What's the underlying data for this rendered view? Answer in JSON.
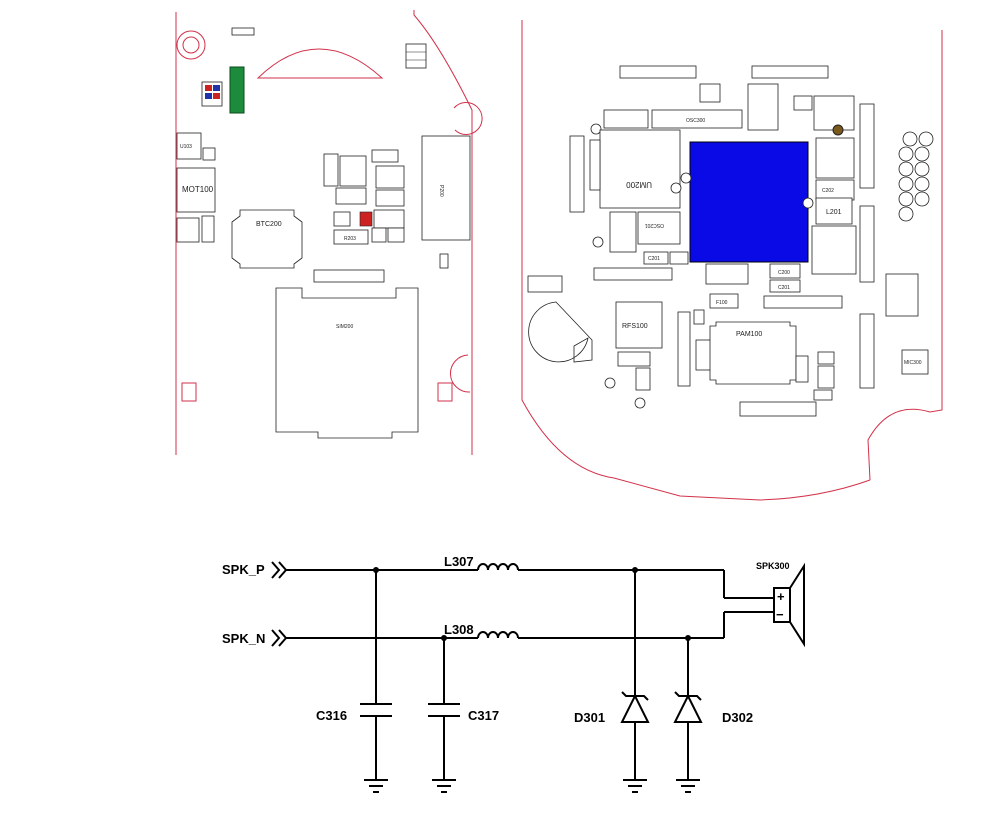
{
  "pcb_left": {
    "labels": {
      "u103": "U103",
      "mot100": "MOT100",
      "btc200": "BTC200",
      "sim200": "SIM200",
      "r203": "R203",
      "p200": "P200"
    }
  },
  "pcb_right": {
    "labels": {
      "osc300": "OSC300",
      "um200": "UM200",
      "osc201": "OSC201",
      "l201": "L201",
      "c202": "C202",
      "rfs100": "RFS100",
      "pam100": "PAM100",
      "f100": "F100",
      "mic300": "MIC300",
      "c200": "C200",
      "c201": "C201",
      "c201b": "C201"
    },
    "highlight_color": "#0a0ae6"
  },
  "schematic": {
    "spk_p": "SPK_P",
    "spk_n": "SPK_N",
    "l307": "L307",
    "l308": "L308",
    "c316": "C316",
    "c317": "C317",
    "d301": "D301",
    "d302": "D302",
    "spk300": "SPK300",
    "plus": "+",
    "minus": "−"
  }
}
